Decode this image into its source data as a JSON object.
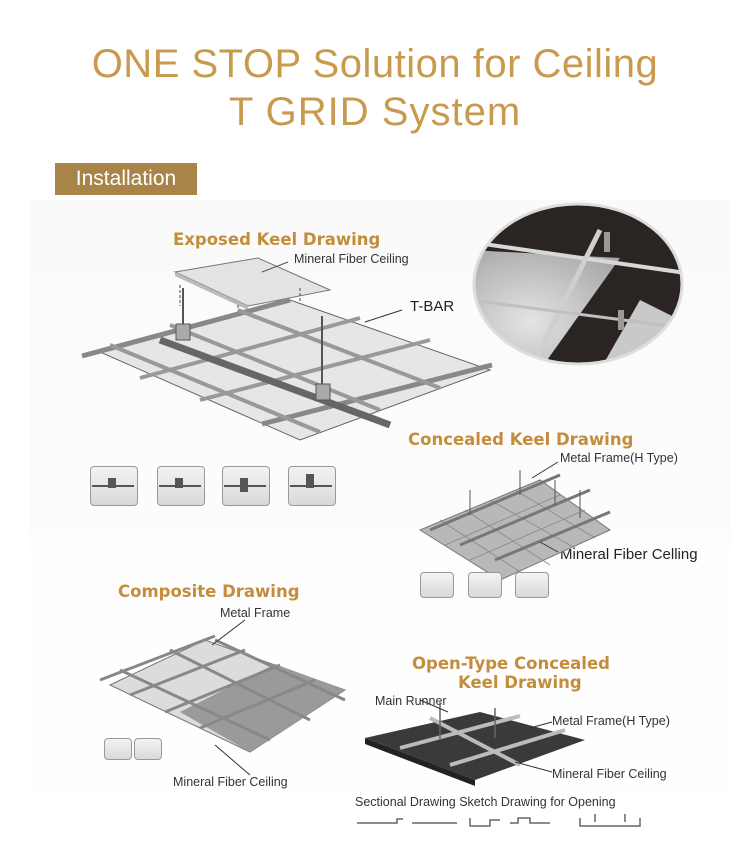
{
  "header": {
    "title_line1": "ONE STOP Solution for Ceiling",
    "title_line2": "T GRID System",
    "badge": "Installation"
  },
  "exposed": {
    "title": "Exposed Keel Drawing",
    "label_panel": "Mineral Fiber Ceiling",
    "label_tbar": "T-BAR"
  },
  "concealed": {
    "title": "Concealed Keel Drawing",
    "label_frame": "Metal Frame(H Type)",
    "label_panel": "Mineral Fiber Celling"
  },
  "composite": {
    "title": "Composite Drawing",
    "label_frame": "Metal Frame",
    "label_panel": "Mineral Fiber Ceiling"
  },
  "opentype": {
    "title_line1": "Open-Type Concealed",
    "title_line2": "Keel Drawing",
    "label_runner": "Main Runner",
    "label_frame": "Metal Frame(H Type)",
    "label_panel": "Mineral Fiber Ceiling",
    "label_sectional": "Sectional Drawing Sketch Drawing for Opening"
  },
  "colors": {
    "title_gold": "#c89a4e",
    "badge_bg": "#a88448",
    "section_title": "#c38d3c"
  }
}
